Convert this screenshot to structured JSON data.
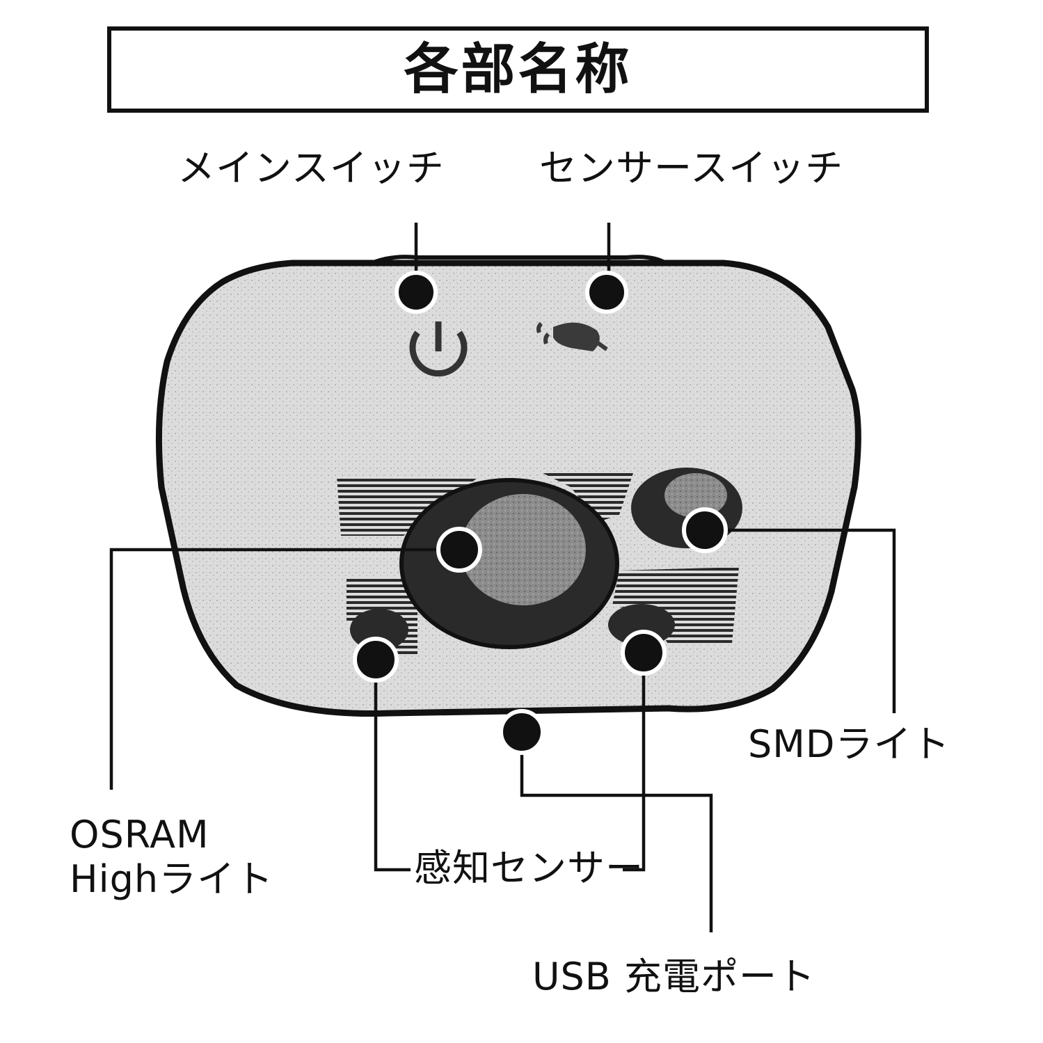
{
  "title": "各部名称",
  "labels": {
    "main_switch": "メインスイッチ",
    "sensor_switch": "センサースイッチ",
    "smd_light": "SMDライト",
    "osram_line1": "OSRAM",
    "osram_line2": "Highライト",
    "proximity_sensor": "感知センサー",
    "usb_port": "USB 充電ポート"
  },
  "colors": {
    "ink": "#111111",
    "housing": "#d9d9d9",
    "lens": "#8c8c8c",
    "paper": "#ffffff"
  },
  "icons": {
    "main_switch": "power-icon",
    "sensor_switch": "hand-wave-icon"
  }
}
